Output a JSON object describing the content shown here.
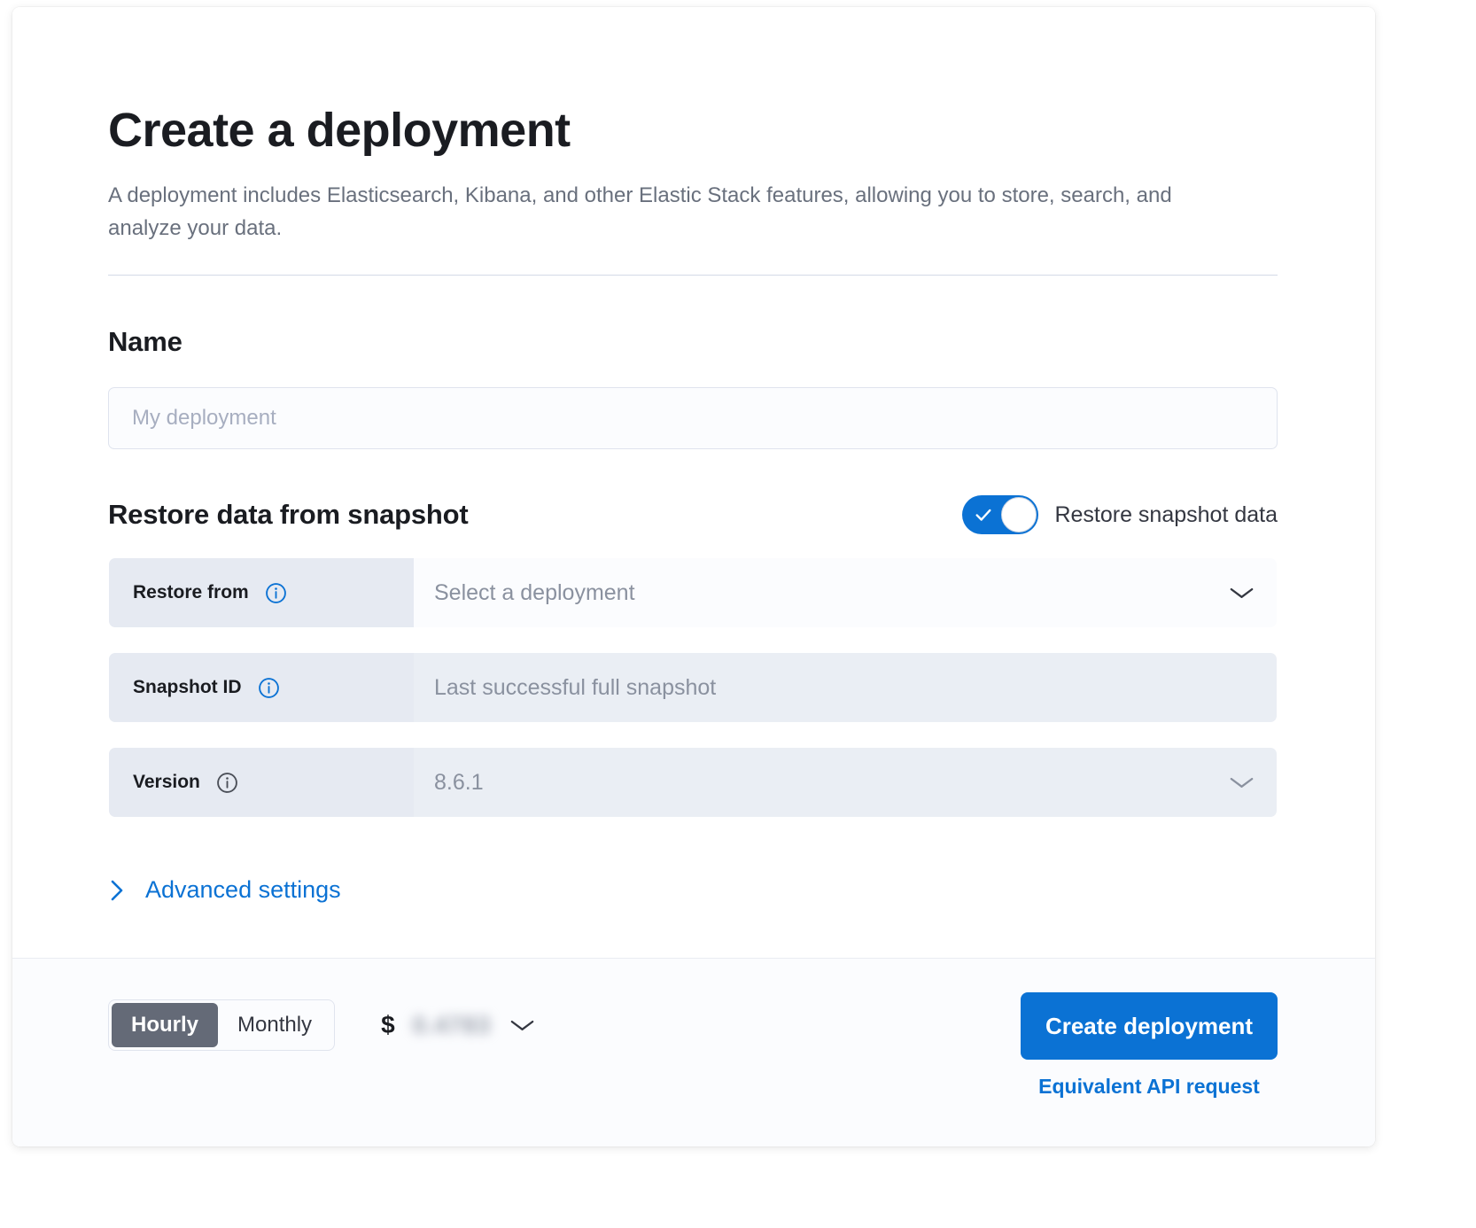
{
  "header": {
    "title": "Create a deployment",
    "subtitle": "A deployment includes Elasticsearch, Kibana, and other Elastic Stack features, allowing you to store, search, and analyze your data."
  },
  "name_section": {
    "title": "Name",
    "input_placeholder": "My deployment",
    "input_value": ""
  },
  "restore_section": {
    "title": "Restore data from snapshot",
    "toggle_label": "Restore snapshot data",
    "toggle_on": true,
    "rows": [
      {
        "label": "Restore from",
        "value": "Select a deployment",
        "has_info": true,
        "info_icon": "info-circle-icon",
        "has_chevron": true,
        "chevron_icon": "chevron-down-icon",
        "disabled": false
      },
      {
        "label": "Snapshot ID",
        "value": "Last successful full snapshot",
        "has_info": true,
        "info_icon": "info-circle-icon",
        "has_chevron": false,
        "chevron_icon": "",
        "disabled": true
      },
      {
        "label": "Version",
        "value": "8.6.1",
        "has_info": true,
        "info_icon": "info-circle-icon",
        "has_chevron": true,
        "chevron_icon": "chevron-down-icon",
        "disabled": true
      }
    ]
  },
  "advanced": {
    "label": "Advanced settings",
    "arrow_icon": "chevron-right-icon",
    "expanded": false
  },
  "footer": {
    "billing": {
      "options": [
        "Hourly",
        "Monthly"
      ],
      "selected": "Hourly"
    },
    "price": {
      "currency_symbol": "$",
      "amount": "0.4783",
      "redacted": true,
      "chevron_icon": "chevron-down-icon"
    },
    "create_button": "Create deployment",
    "api_link": "Equivalent API request"
  },
  "colors": {
    "accent_blue": "#0b72d4",
    "prepend_gray": "#e6eaf2",
    "disabled_field": "#eaeef4",
    "toggle_selected": "#646a77",
    "text_dark": "#1a1c21",
    "text_muted": "#69707d"
  }
}
